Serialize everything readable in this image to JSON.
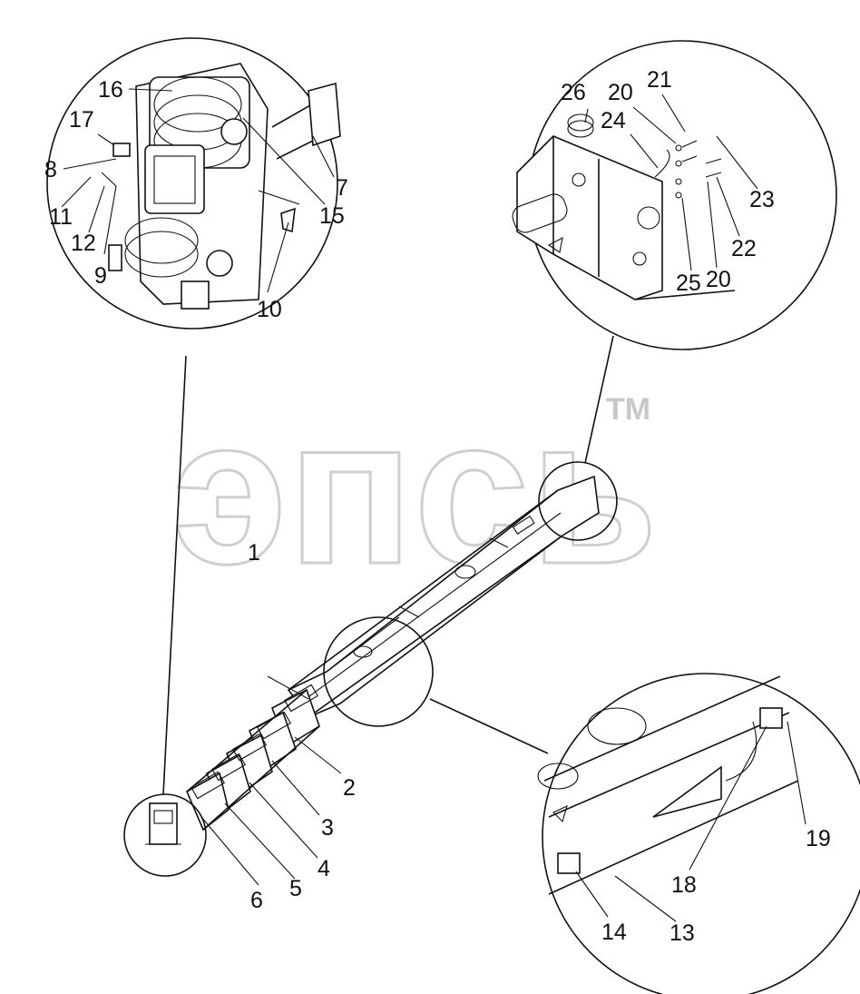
{
  "watermark": {
    "text": "эпсь",
    "trademark": "TM"
  },
  "callouts": [
    {
      "id": "c1",
      "text": "1"
    },
    {
      "id": "c2",
      "text": "2"
    },
    {
      "id": "c3",
      "text": "3"
    },
    {
      "id": "c4",
      "text": "4"
    },
    {
      "id": "c5",
      "text": "5"
    },
    {
      "id": "c6",
      "text": "6"
    },
    {
      "id": "c7",
      "text": "7"
    },
    {
      "id": "c8",
      "text": "8"
    },
    {
      "id": "c9",
      "text": "9"
    },
    {
      "id": "c10",
      "text": "10"
    },
    {
      "id": "c11",
      "text": "11"
    },
    {
      "id": "c12",
      "text": "12"
    },
    {
      "id": "c13",
      "text": "13"
    },
    {
      "id": "c14",
      "text": "14"
    },
    {
      "id": "c15",
      "text": "15"
    },
    {
      "id": "c16",
      "text": "16"
    },
    {
      "id": "c17",
      "text": "17"
    },
    {
      "id": "c18",
      "text": "18"
    },
    {
      "id": "c19",
      "text": "19"
    },
    {
      "id": "c20a",
      "text": "20"
    },
    {
      "id": "c20b",
      "text": "20"
    },
    {
      "id": "c21",
      "text": "21"
    },
    {
      "id": "c22",
      "text": "22"
    },
    {
      "id": "c23",
      "text": "23"
    },
    {
      "id": "c24",
      "text": "24"
    },
    {
      "id": "c25",
      "text": "25"
    },
    {
      "id": "c26",
      "text": "26"
    }
  ]
}
